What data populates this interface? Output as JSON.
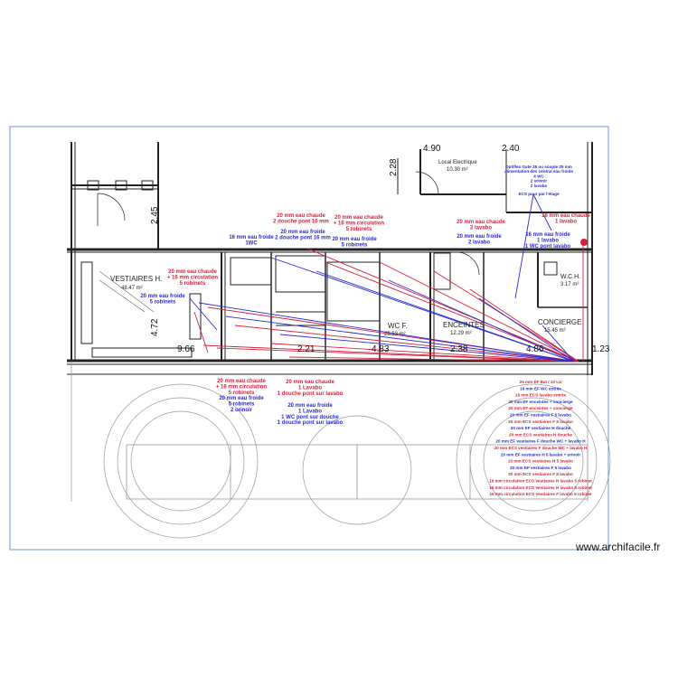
{
  "rooms": {
    "vestiaires_h": {
      "name": "VESTIAIRES H.",
      "area": "48.47 m²"
    },
    "local_electrique": {
      "name": "Local Electrique",
      "area": "10.30 m²"
    },
    "wcf": {
      "name": "WC F.",
      "area": "25.53 m²"
    },
    "enceintes": {
      "name": "ENCEINTES",
      "area": "12.29 m²"
    },
    "concierge": {
      "name": "CONCIERGE",
      "area": "15.45 m²"
    },
    "wch": {
      "name": "W.C.H.",
      "area": "3.17 m²"
    }
  },
  "dimensions": {
    "d_4_90": "4.90",
    "d_2_40": "2.40",
    "d_2_28": "2.28",
    "d_2_45": "2.45",
    "d_4_72": "4.72",
    "d_9_66": "9.66",
    "d_2_21": "2.21",
    "d_4_83": "4.83",
    "d_2_38": "2.38",
    "d_4_86": "4.86",
    "d_1_23": "1.23"
  },
  "notes": {
    "n1": [
      "20 mm eau chaude",
      "2 douche pont 16 mm"
    ],
    "n2": [
      "20 mm eau chaude",
      "+ 16 mm circulation",
      "5 robinets"
    ],
    "n3": [
      "20 mm eau froide",
      "2 douche pont 16 mm"
    ],
    "n4": [
      "16 mm eau froide",
      "1WC"
    ],
    "n5": [
      "20 mm eau froide",
      "5 robinets"
    ],
    "n6": [
      "20 mm eau chaude",
      "2 lavabo"
    ],
    "n7": [
      "20 mm eau froide",
      "2 lavabo"
    ],
    "n8": [
      "16 mm eau chaude",
      "1 lavabo"
    ],
    "n9": [
      "16 mm eau froide",
      "1 lavabo",
      "1 WC pont lavabo"
    ],
    "n10": [
      "Optiflex Gate 28 ou souple 25 mm",
      "alimentation des central eau froide",
      "4 WC",
      "2 urinoir",
      "2 lavabo"
    ],
    "n11": [
      "ECS pour par l'étage"
    ],
    "n12": [
      "20 mm eau chaude",
      "+ 16 mm circulation",
      "5 robinets"
    ],
    "n13": [
      "20 mm eau froide",
      "5 robinets"
    ],
    "n14": [
      "20 mm eau chaude",
      "+ 16 mm circulation",
      "5 robinets"
    ],
    "n15": [
      "20 mm eau froide",
      "5 robinets",
      "2 urinoir"
    ],
    "n16": [
      "20 mm eau chaude",
      "1 Lavabo",
      "1 douche pont sur lavabo"
    ],
    "n17": [
      "20 mm eau froide",
      "1 Lavabo",
      "1 WC pont sur douche",
      "1 douche pont sur lavabo"
    ]
  },
  "legend": [
    {
      "text": "25 mm EF Bat / 13 LU",
      "color": "red"
    },
    {
      "text": "16 mm EF WC entrée",
      "color": "blue"
    },
    {
      "text": "16 mm ECS lavabo entrée",
      "color": "red"
    },
    {
      "text": "20 mm EF enceintes + concierge",
      "color": "blue"
    },
    {
      "text": "20 mm EF enceintes + concierge",
      "color": "red"
    },
    {
      "text": "20 mm EF vestiaires F 5 lavabo",
      "color": "blue"
    },
    {
      "text": "20 mm ECS vestiaires F 5 lavabo",
      "color": "red"
    },
    {
      "text": "20 mm EF vestiaires H douche",
      "color": "blue"
    },
    {
      "text": "20 mm ECS vestiaires H douche",
      "color": "red"
    },
    {
      "text": "20 mm EF vestiaires F douche WC + lavabo H",
      "color": "blue"
    },
    {
      "text": "20 mm ECS vestiaires F douche WC + lavabo H",
      "color": "red"
    },
    {
      "text": "20 mm EF vestiaires H 5 lavabo + urinoir",
      "color": "blue"
    },
    {
      "text": "20 mm ECS vestiaires H 5 lavabo",
      "color": "red"
    },
    {
      "text": "20 mm EF vestiaires F 5 lavabo",
      "color": "blue"
    },
    {
      "text": "20 mm ECS vestiaires F 5 lavabo",
      "color": "red"
    },
    {
      "text": "16 mm circulation ECS Vestiaires H lavabo 5 robinet",
      "color": "red"
    },
    {
      "text": "16 mm circulation ECS Vestiaires H lavabo 5 robinet",
      "color": "red"
    },
    {
      "text": "16 mm circulation ECS Vestiaires F lavabo 5 robinet",
      "color": "red"
    }
  ],
  "watermark": "www.archifacile.fr",
  "colors": {
    "hot": "#d4213d",
    "cold": "#2a2ad6",
    "frame": "#6f94d6",
    "wall": "#222222"
  }
}
